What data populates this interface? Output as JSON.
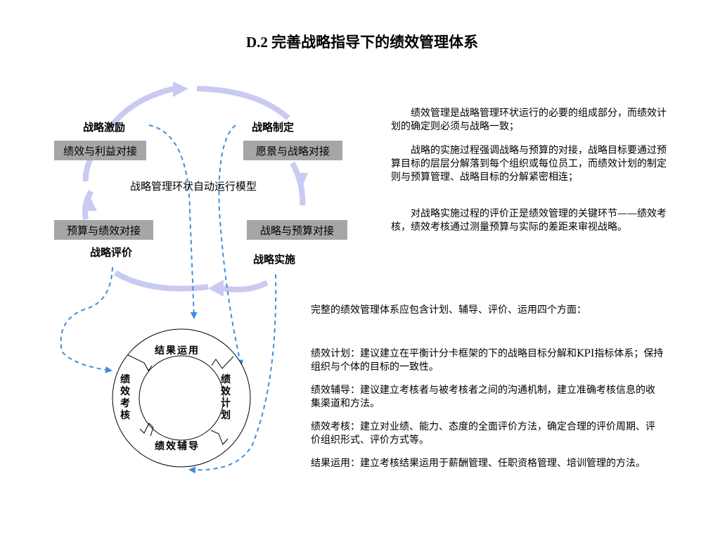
{
  "title": "D.2 完善战略指导下的绩效管理体系",
  "cycle": {
    "labels": {
      "incentive": "战略激励",
      "formulation": "战略制定",
      "evaluation": "战略评价",
      "implementation": "战略实施"
    },
    "boxes": {
      "performance_benefit": "绩效与利益对接",
      "vision_strategy": "愿景与战略对接",
      "budget_performance": "预算与绩效对接",
      "strategy_budget": "战略与预算对接"
    },
    "center": "战略管理环状自动运行模型",
    "arrow_color": "#c9caf2",
    "dash_color": "#3e8edc"
  },
  "ring": {
    "top": "结果运用",
    "right": "绩效计划",
    "bottom": "绩效辅导",
    "left": "绩效考核"
  },
  "right_text": {
    "p1": "绩效管理是战略管理环状运行的必要的组成部分，而绩效计划的确定则必须与战略一致；",
    "p2": "战略的实施过程强调战略与预算的对接，战略目标要通过预算目标的层层分解落到每个组织或每位员工，而绩效计划的制定则与预算管理、战略目标的分解紧密相连；",
    "p3": "对战略实施过程的评价正是绩效管理的关键环节——绩效考核，绩效考核通过测量预算与实际的差距来审视战略。"
  },
  "lower_text": {
    "intro": "完整的绩效管理体系应包含计划、辅导、评价、运用四个方面：",
    "plan": "绩效计划：建议建立在平衡计分卡框架的下的战略目标分解和KPI指标体系；保持组织与个体的目标的一致性。",
    "coach": "绩效辅导：建议建立考核者与被考核者之间的沟通机制，建立准确考核信息的收集渠道和方法。",
    "appraise": "绩效考核：建立对业绩、能力、态度的全面评价方法，确定合理的评价周期、评价组织形式、评价方式等。",
    "apply": "结果运用：建立考核结果运用于薪酬管理、任职资格管理、培训管理的方法。"
  }
}
